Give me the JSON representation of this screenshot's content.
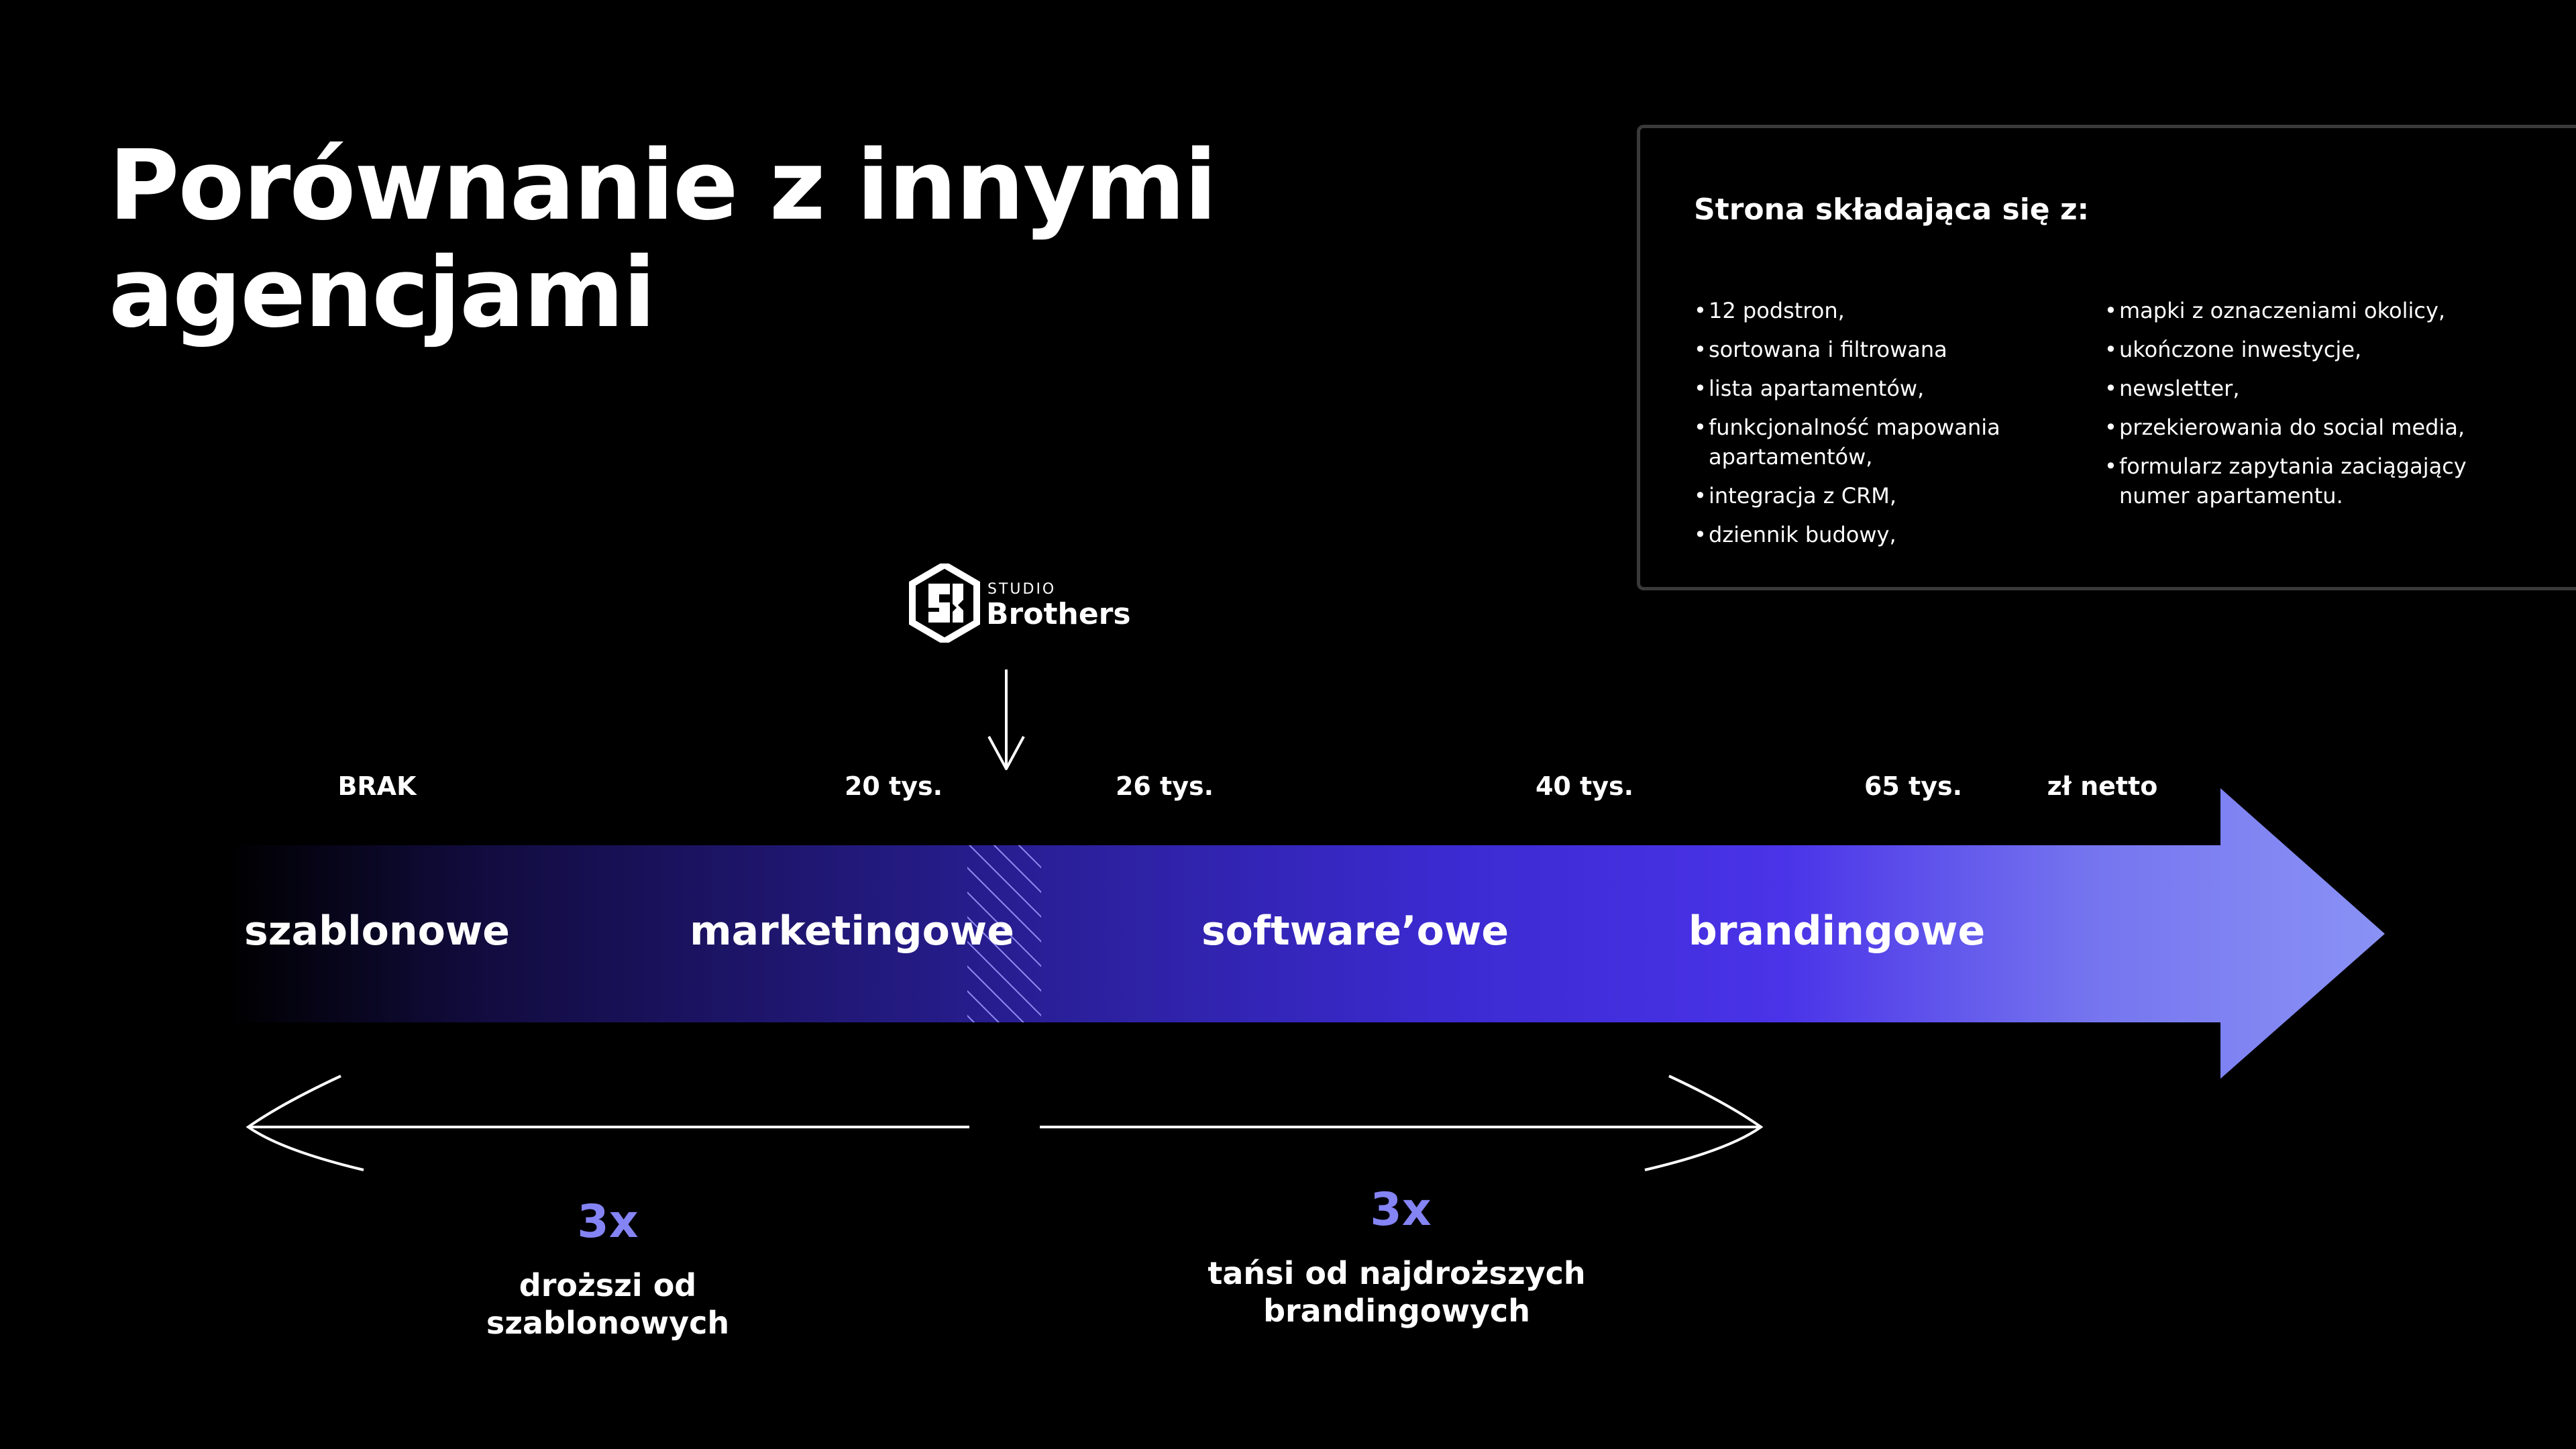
{
  "title": {
    "line1": "Porównanie z innymi",
    "line2": "agencjami"
  },
  "info_box": {
    "heading": "Strona składająca się z:",
    "left_items": [
      "12 podstron,",
      "sortowana i filtrowana",
      "lista apartamentów,",
      "funkcjonalność mapowania apartamentów,",
      "integracja z CRM,",
      "dziennik budowy,"
    ],
    "right_items": [
      "mapki z oznaczeniami okolicy,",
      "ukończone inwestycje,",
      "newsletter,",
      "przekierowania do social media,",
      "formularz zapytania zaciągający numer apartamentu."
    ]
  },
  "logo": {
    "small": "STUDIO",
    "big": "Brothers"
  },
  "prices": [
    "BRAK",
    "20 tys.",
    "26 tys.",
    "40 tys.",
    "65 tys.",
    "zł netto"
  ],
  "bands": [
    "szablonowe",
    "marketingowe",
    "software’owe",
    "brandingowe"
  ],
  "left_stat": {
    "value": "3x",
    "line1": "droższi od",
    "line2": "szablonowych"
  },
  "right_stat": {
    "value": "3x",
    "line1": "tańsi od najdroższych",
    "line2": "brandingowych"
  },
  "colors": {
    "arrow_dark": "#0a0a1a",
    "arrow_mid": "#2b1f9a",
    "arrow_accent": "#4a33e8",
    "arrow_light": "#8a92f5",
    "stat_accent": "#8484f5"
  }
}
